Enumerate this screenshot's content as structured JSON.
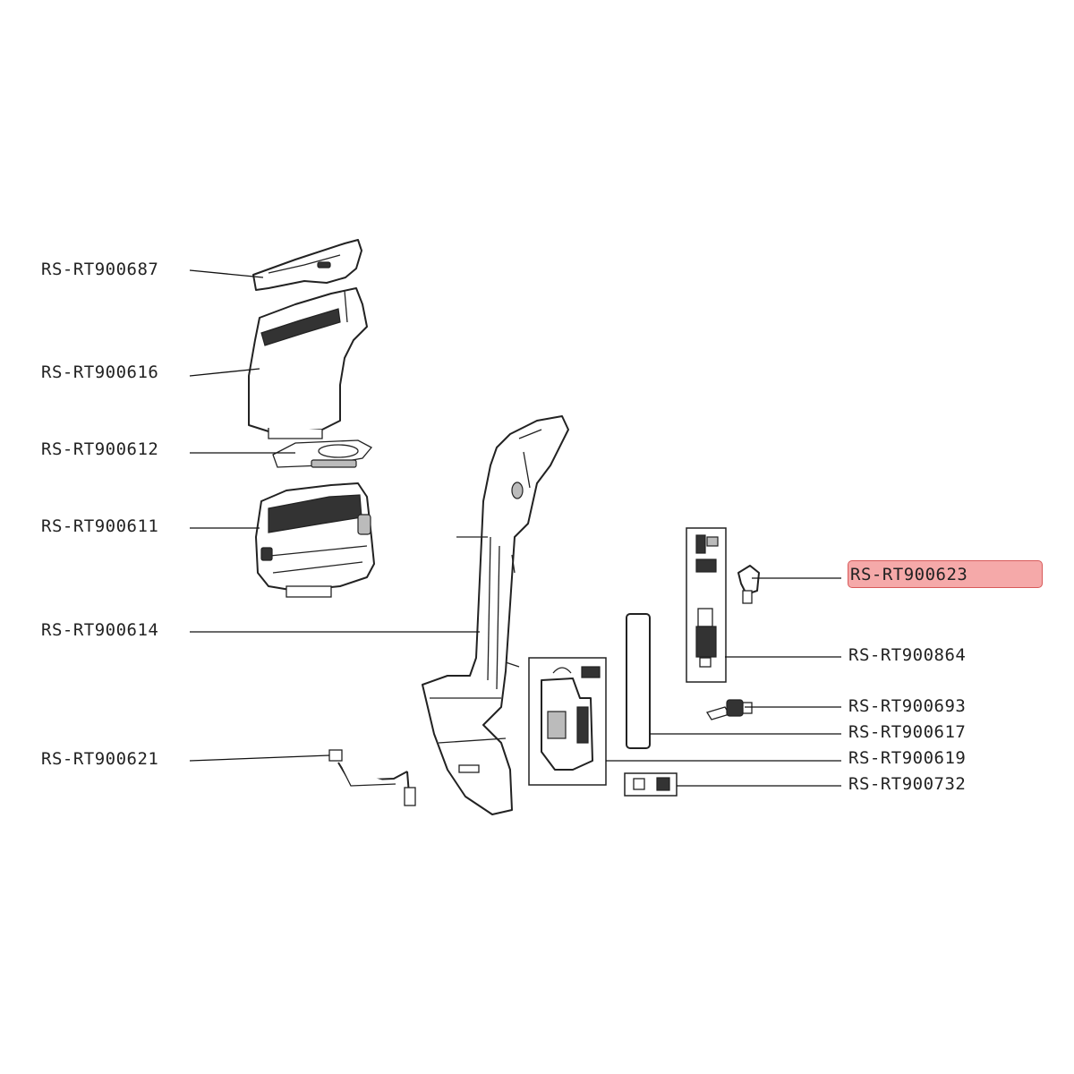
{
  "parts": [
    {
      "id": "p687",
      "code": "RS-RT900687",
      "side": "left",
      "highlighted": false
    },
    {
      "id": "p616",
      "code": "RS-RT900616",
      "side": "left",
      "highlighted": false
    },
    {
      "id": "p612",
      "code": "RS-RT900612",
      "side": "left",
      "highlighted": false
    },
    {
      "id": "p611",
      "code": "RS-RT900611",
      "side": "left",
      "highlighted": false
    },
    {
      "id": "p614",
      "code": "RS-RT900614",
      "side": "left",
      "highlighted": false
    },
    {
      "id": "p621",
      "code": "RS-RT900621",
      "side": "left",
      "highlighted": false
    },
    {
      "id": "p623",
      "code": "RS-RT900623",
      "side": "right",
      "highlighted": true
    },
    {
      "id": "p864",
      "code": "RS-RT900864",
      "side": "right",
      "highlighted": false
    },
    {
      "id": "p693",
      "code": "RS-RT900693",
      "side": "right",
      "highlighted": false
    },
    {
      "id": "p617",
      "code": "RS-RT900617",
      "side": "right",
      "highlighted": false
    },
    {
      "id": "p619",
      "code": "RS-RT900619",
      "side": "right",
      "highlighted": false
    },
    {
      "id": "p732",
      "code": "RS-RT900732",
      "side": "right",
      "highlighted": false
    }
  ],
  "colors": {
    "highlight_fill": "#f5a9a9",
    "highlight_border": "#d85a5a",
    "line": "#111111"
  }
}
